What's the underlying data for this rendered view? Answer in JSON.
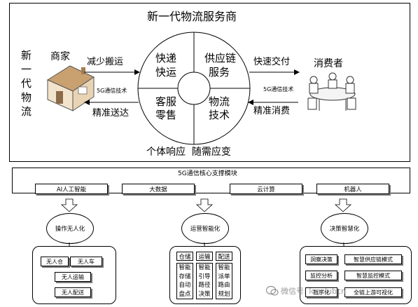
{
  "top": {
    "title": "新一代物流服务商",
    "left_vertical": [
      "新",
      "一",
      "代",
      "物",
      "流"
    ],
    "merchant": "商家",
    "consumer": "消费者",
    "reduce_handling": "减少搬运",
    "precise_delivery": "精准送达",
    "fast_delivery": "快速交付",
    "precise_consumption": "精准消费",
    "tech_5g_left": "5G通信技术",
    "tech_5g_right": "5G通信技术",
    "q1": [
      "快递",
      "快运"
    ],
    "q2": [
      "供应链",
      "服务"
    ],
    "q3": [
      "客服",
      "零售"
    ],
    "q4": [
      "物流",
      "技术"
    ],
    "bottom_caption": "个体响应  随需应变"
  },
  "core": {
    "title": "5G通信核心支撑模块",
    "modules": [
      "AI人工智能",
      "大数据",
      "云计算",
      "机器人"
    ]
  },
  "outcomes": [
    "操作无人化",
    "运营智能化",
    "决策智慧化"
  ],
  "unmanned": [
    "无人仓",
    "无人车",
    "无人运输",
    "无人配送"
  ],
  "ops_grid": {
    "headers": [
      "仓储",
      "运输",
      "配送"
    ],
    "rows": [
      [
        "智能",
        "智能",
        "智能"
      ],
      [
        "存储",
        "引导",
        "派单"
      ],
      [
        "自动",
        "路径",
        "路由"
      ],
      [
        "盘点",
        "决策",
        "规划"
      ]
    ]
  },
  "decision": [
    "洞察决策",
    "智慧供应链模式",
    "监控分析",
    "智慧监控模式",
    "数字化",
    "全链上游可视化"
  ],
  "watermark": "微信号: logclubcn"
}
